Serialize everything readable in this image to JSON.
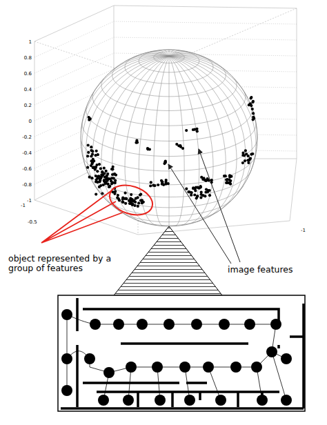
{
  "diagram": {
    "labels": [
      "1",
      "0.8",
      "0.6",
      "0.4",
      "0.2",
      "0",
      "-0.2",
      "-0.4",
      "-0.6",
      "-0.8",
      "-1",
      "-1",
      "-0.5",
      "-1",
      "object represented by a group of features",
      "image features"
    ]
  }
}
